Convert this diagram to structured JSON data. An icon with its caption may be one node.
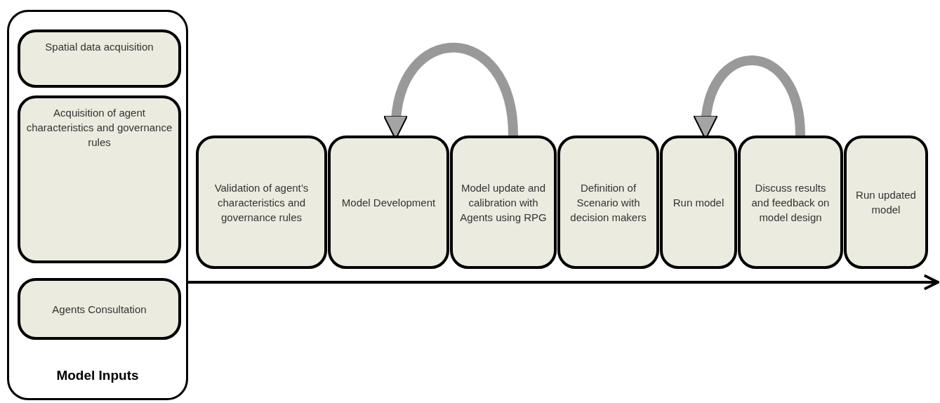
{
  "diagram": {
    "nodes": [
      {
        "text": [
          "Model Inputs"
        ]
      },
      {
        "text": [
          "Spatial data acquisition"
        ],
        "in": 0
      },
      {
        "text": [
          "Acquisition of agent characteristics and governance rules"
        ],
        "in": 0
      },
      {
        "text": [
          "Agents Consultation"
        ],
        "in": 0
      },
      {
        "text": [
          "Validation of agent’s characteristics and governance rules"
        ]
      },
      {
        "text": [
          "Model Development"
        ]
      },
      {
        "text": [
          "Model update and calibration with Agents using RPG"
        ]
      },
      {
        "text": [
          "Definition of Scenario with decision makers"
        ]
      },
      {
        "text": [
          "Run model"
        ]
      },
      {
        "text": [
          "Discuss results and feedback on model design"
        ]
      },
      {
        "text": [
          "Run updated model"
        ]
      }
    ],
    "edges": [
      {
        "from": 6,
        "to": 5,
        "arrow": "to"
      },
      {
        "from": 9,
        "to": 8,
        "arrow": "to"
      },
      {
        "from": 0,
        "to": 10,
        "arrow": "to",
        "color": "#000000"
      }
    ]
  }
}
